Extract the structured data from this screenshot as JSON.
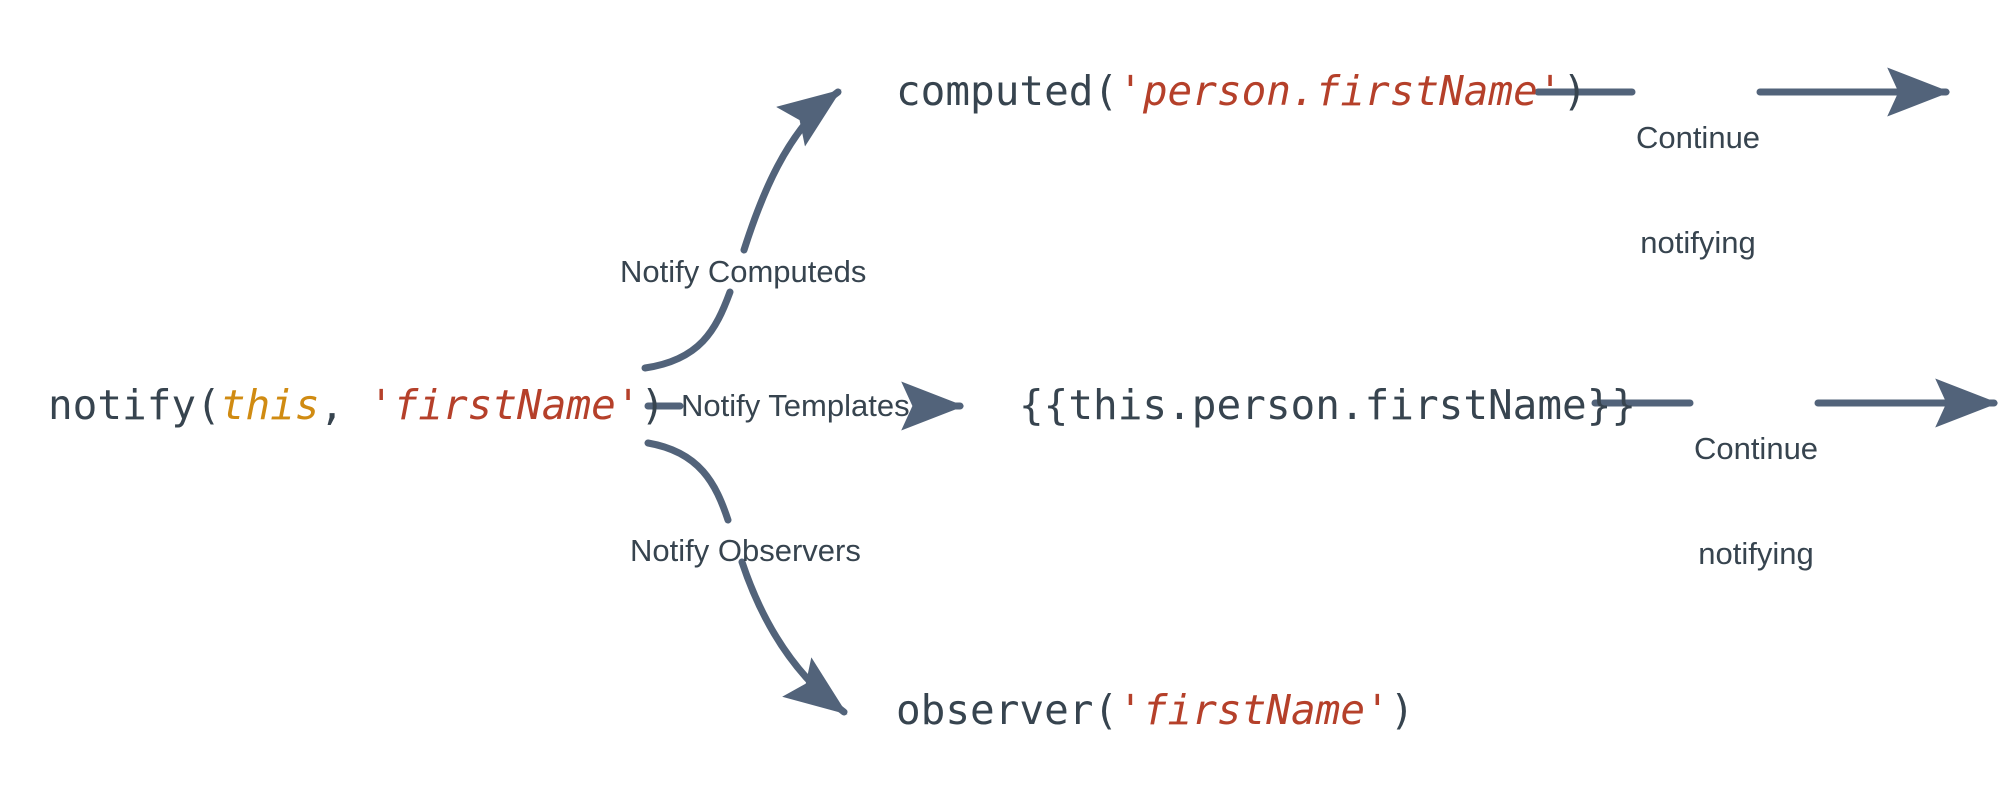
{
  "diagram": {
    "title": "Notify propagation flow",
    "colors": {
      "background": "#ffffff",
      "stroke": "#52637a",
      "text": "#37444f",
      "keyword": "#d08b12",
      "string": "#b5402a"
    },
    "source_node": {
      "name": "notify-call",
      "parts": {
        "fn_open": "notify(",
        "keyword": "this",
        "separator": ", ",
        "string": "'firstName'",
        "fn_close": ")"
      },
      "full_text": "notify(this, 'firstName')"
    },
    "branches": [
      {
        "id": "computeds",
        "label": "Notify Computeds",
        "target": {
          "name": "computed-call",
          "parts": {
            "fn_open": "computed(",
            "string": "'person.firstName'",
            "fn_close": ")"
          },
          "full_text": "computed('person.firstName')"
        },
        "continuation": {
          "label_line_1": "Continue",
          "label_line_2": "notifying",
          "full_text": "Continue notifying"
        }
      },
      {
        "id": "templates",
        "label": "Notify Templates",
        "target": {
          "name": "template-expression",
          "parts": {
            "fn_open": "{{this.person.firstName}}"
          },
          "full_text": "{{this.person.firstName}}"
        },
        "continuation": {
          "label_line_1": "Continue",
          "label_line_2": "notifying",
          "full_text": "Continue notifying"
        }
      },
      {
        "id": "observers",
        "label": "Notify Observers",
        "target": {
          "name": "observer-call",
          "parts": {
            "fn_open": "observer(",
            "string": "'firstName'",
            "fn_close": ")"
          },
          "full_text": "observer('firstName')"
        },
        "continuation": null
      }
    ]
  }
}
